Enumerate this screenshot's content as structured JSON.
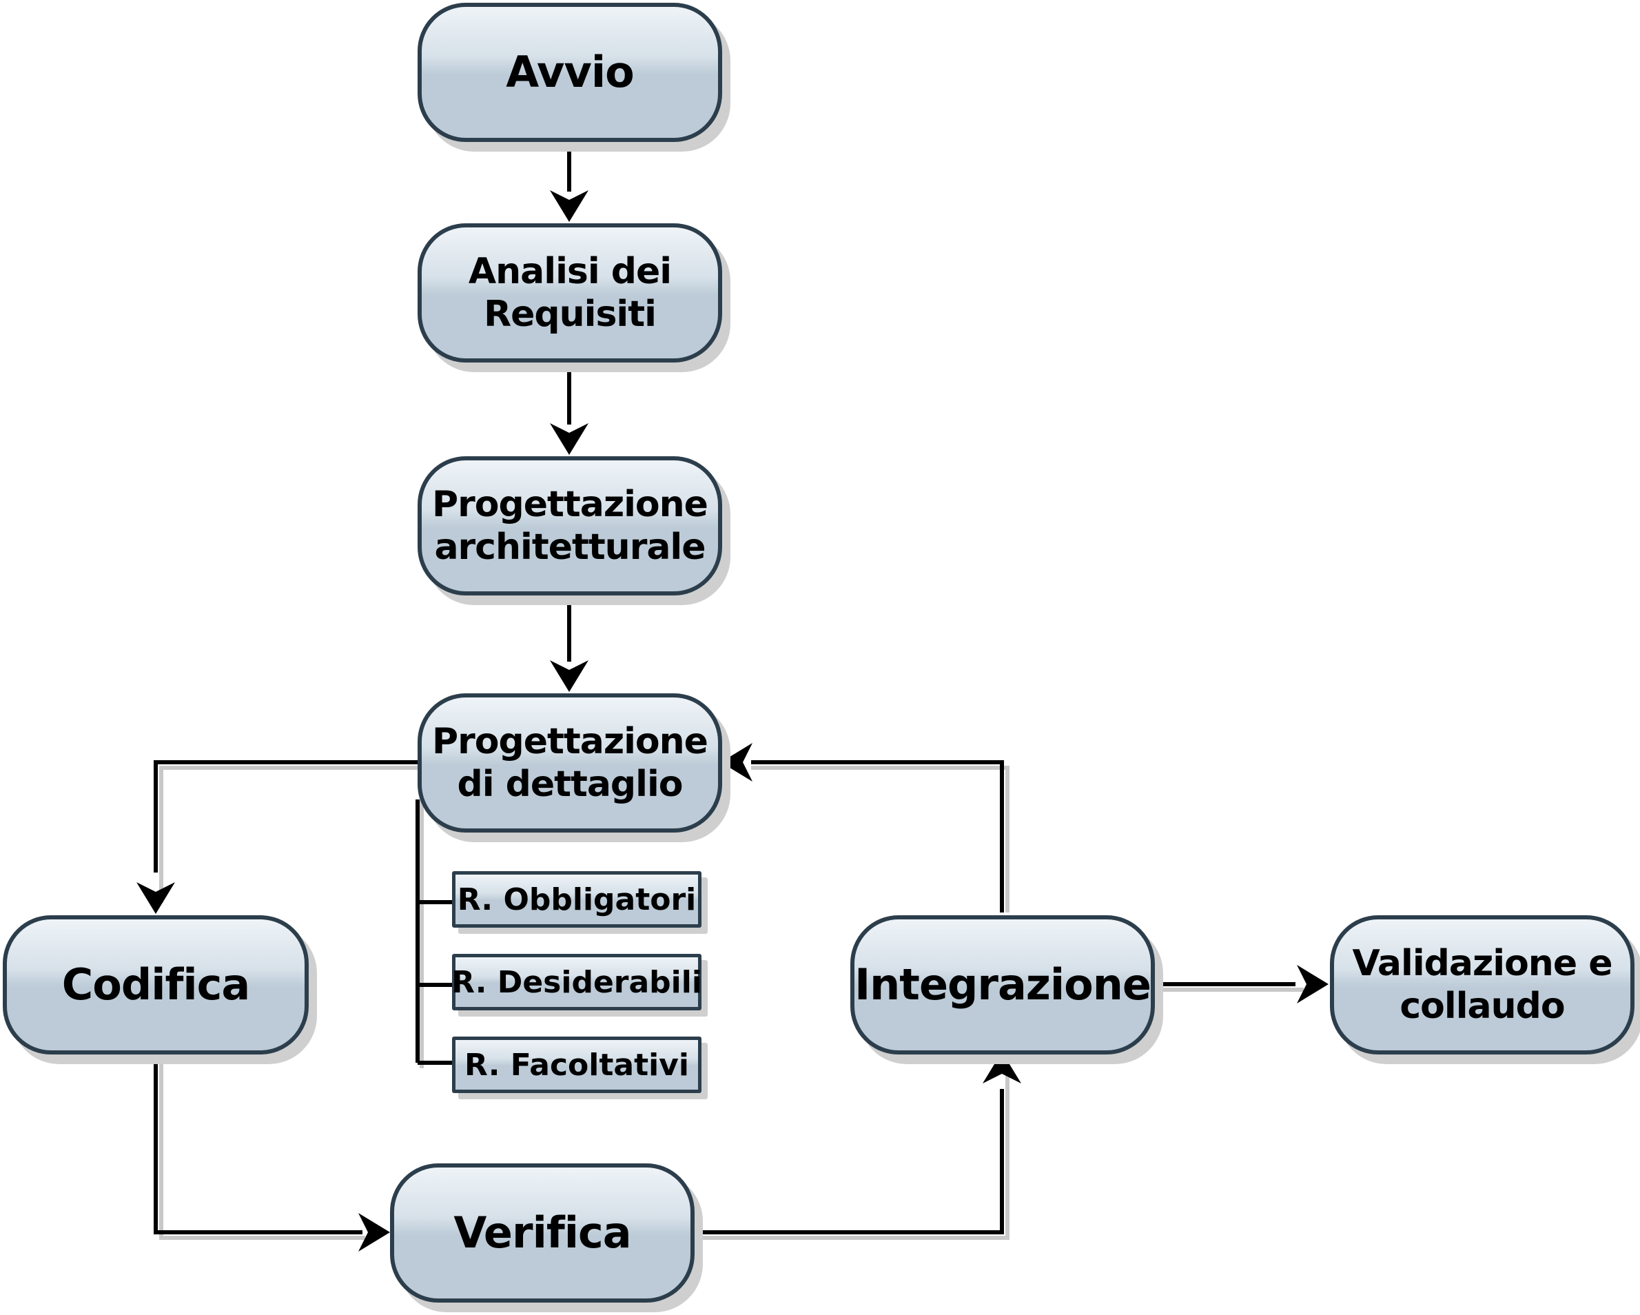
{
  "nodes": {
    "avvio": "Avvio",
    "analisi": "Analisi dei\nRequisiti",
    "prog_arch": "Progettazione\narchitetturale",
    "prog_dett": "Progettazione\ndi dettaglio",
    "codifica": "Codifica",
    "verifica": "Verifica",
    "integrazione": "Integrazione",
    "validazione": "Validazione e\ncollaudo"
  },
  "requirements": {
    "obbligatori": "R. Obbligatori",
    "desiderabili": "R. Desiderabili",
    "facoltativi": "R. Facoltativi"
  },
  "colors": {
    "node_border": "#2c3e4c",
    "node_fill": "#bccbd7",
    "node_highlight": "#eef3f7",
    "connector": "#000000",
    "shadow": "#cfcfcf"
  }
}
